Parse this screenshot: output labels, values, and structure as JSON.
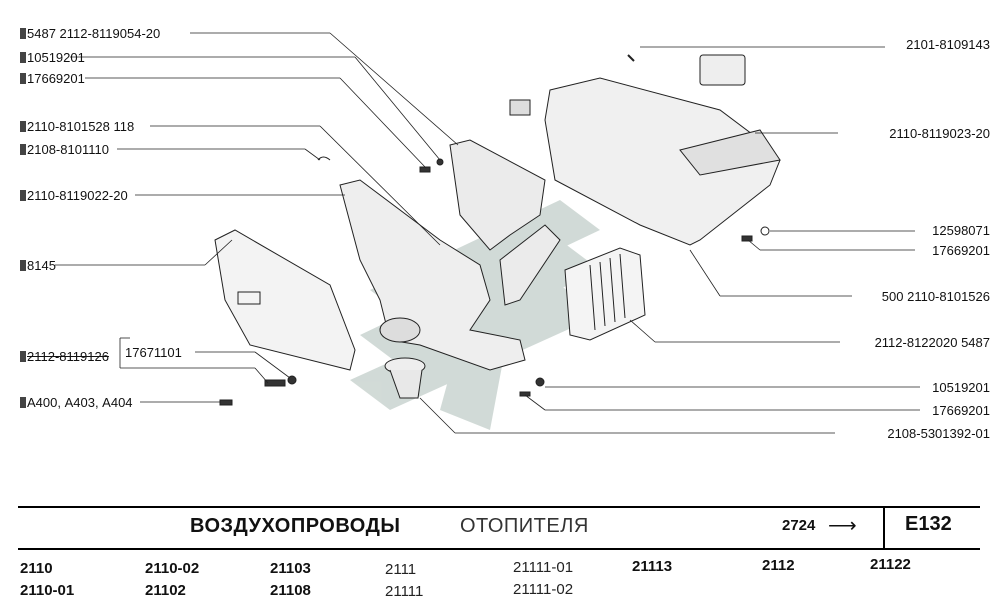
{
  "callouts_left": [
    {
      "id": "l1",
      "text": "5487  2112-8119054-20"
    },
    {
      "id": "l2",
      "text": "10519201"
    },
    {
      "id": "l3",
      "text": "17669201"
    },
    {
      "id": "l4",
      "text": "2110-8101528  118"
    },
    {
      "id": "l5",
      "text": "2108-8101110"
    },
    {
      "id": "l6",
      "text": "2110-8119022-20"
    },
    {
      "id": "l7",
      "text": "8145"
    },
    {
      "id": "l8",
      "text": "2112-8119126"
    },
    {
      "id": "l8b",
      "text": "17671101"
    },
    {
      "id": "l9",
      "text": "А400, А403, А404"
    }
  ],
  "callouts_right": [
    {
      "id": "r1",
      "text": "2101-8109143"
    },
    {
      "id": "r2",
      "text": "2110-8119023-20"
    },
    {
      "id": "r3",
      "text": "12598071"
    },
    {
      "id": "r4",
      "text": "17669201"
    },
    {
      "id": "r5",
      "text": "500  2110-8101526"
    },
    {
      "id": "r6",
      "text": "2112-8122020  5487"
    },
    {
      "id": "r7",
      "text": "10519201"
    },
    {
      "id": "r8",
      "text": "17669201"
    },
    {
      "id": "r9",
      "text": "2108-5301392-01"
    }
  ],
  "title": {
    "main": "ВОЗДУХОПРОВОДЫ",
    "sub": "ОТОПИТЕЛЯ",
    "page_ref": "2724",
    "arrow": "⟶",
    "code": "E132"
  },
  "models": {
    "row1": [
      "2110",
      "2110-02",
      "21103",
      "2111",
      "21111-01",
      "21113",
      "2112",
      "21122"
    ],
    "row2": [
      "2110-01",
      "21102",
      "21108",
      "21111",
      "21111-02"
    ]
  },
  "colors": {
    "line": "#222222",
    "watermark": "#c9d3cf",
    "part_fill": "#f2f2f2"
  }
}
